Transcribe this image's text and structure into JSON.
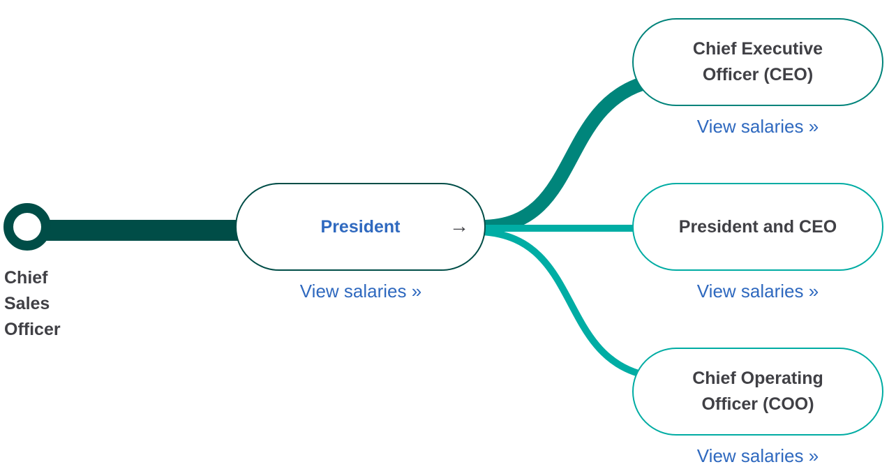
{
  "origin": {
    "label": "Chief Sales Officer",
    "lines": [
      "Chief",
      "Sales",
      "Officer"
    ]
  },
  "current": {
    "title": "President",
    "link": "View salaries »",
    "icon": "arrow-right-icon"
  },
  "next": [
    {
      "title": "Chief Executive Officer (CEO)",
      "link": "View salaries »"
    },
    {
      "title": "President and CEO",
      "link": "View salaries »"
    },
    {
      "title": "Chief Operating Officer (COO)",
      "link": "View salaries »"
    }
  ],
  "colors": {
    "dark": "#004d47",
    "mid": "#00857b",
    "light": "#00ada4",
    "link": "#2f69bf",
    "text": "#404045"
  }
}
